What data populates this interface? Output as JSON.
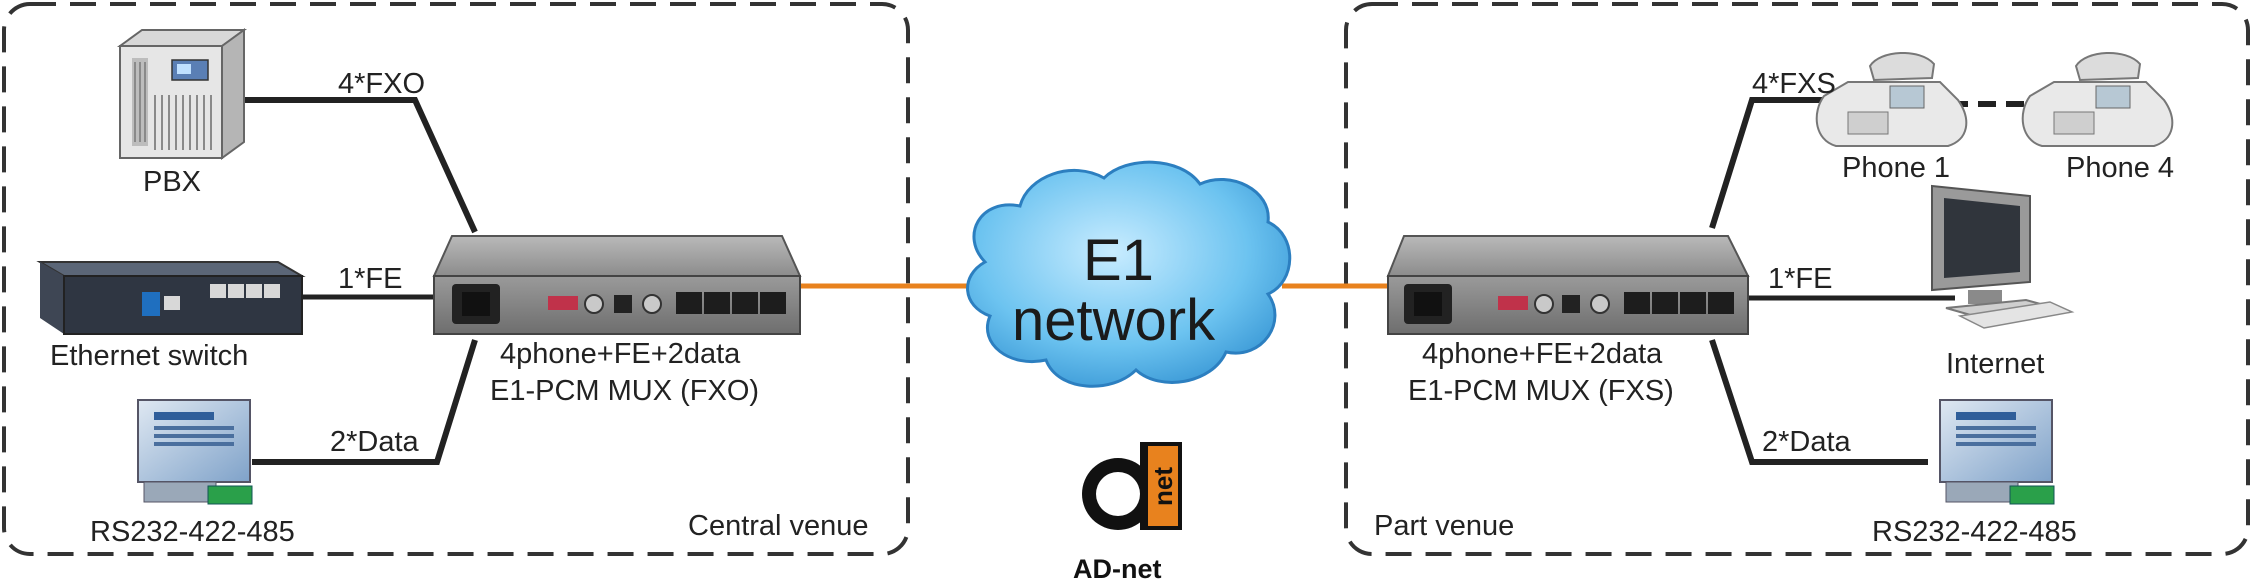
{
  "central": {
    "venue_label": "Central venue",
    "pbx_label": "PBX",
    "switch_label": "Ethernet switch",
    "serial_label": "RS232-422-485",
    "link_fxo": "4*FXO",
    "link_fe": "1*FE",
    "link_data": "2*Data",
    "mux_line1": "4phone+FE+2data",
    "mux_line2": "E1-PCM MUX (FXO)"
  },
  "network": {
    "line1": "E1",
    "line2": "network"
  },
  "part": {
    "venue_label": "Part venue",
    "phone1_label": "Phone 1",
    "phone4_label": "Phone 4",
    "internet_label": "Internet",
    "serial_label": "RS232-422-485",
    "link_fxs": "4*FXS",
    "link_fe": "1*FE",
    "link_data": "2*Data",
    "mux_line1": "4phone+FE+2data",
    "mux_line2": "E1-PCM MUX (FXS)"
  },
  "brand": {
    "logo_text": "net",
    "name": "AD-net"
  },
  "colors": {
    "e1_link": "#e8821e",
    "cloud": "#5bb8ea",
    "cloud_edge": "#2c7fc0",
    "box_border": "#333333",
    "device": "#8a8a8a"
  }
}
